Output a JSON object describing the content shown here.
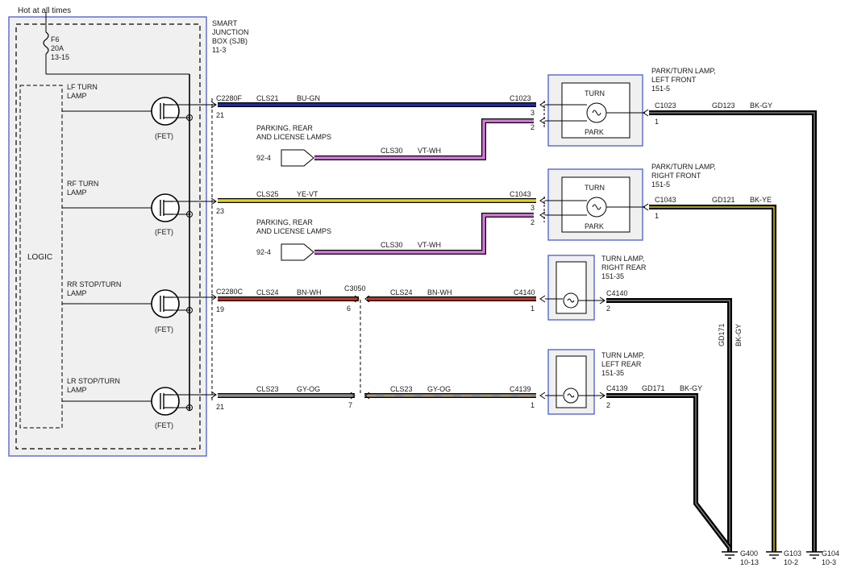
{
  "hot_label": "Hot at all times",
  "fuse": {
    "id": "F6",
    "rating": "20A",
    "ref": "13-15"
  },
  "sjb": {
    "line1": "SMART",
    "line2": "JUNCTION",
    "line3": "BOX (SJB)",
    "ref": "11-3"
  },
  "logic_label": "LOGIC",
  "fet_label": "(FET)",
  "outputs": {
    "lf": {
      "line1": "LF TURN",
      "line2": "LAMP",
      "connector": "C2280F",
      "pin": "21"
    },
    "rf": {
      "line1": "RF TURN",
      "line2": "LAMP",
      "pin": "23"
    },
    "rr": {
      "line1": "RR STOP/TURN",
      "line2": "LAMP",
      "connector": "C2280C",
      "pin": "19"
    },
    "lr": {
      "line1": "LR STOP/TURN",
      "line2": "LAMP",
      "pin": "21"
    }
  },
  "wires": {
    "cls21": {
      "circuit": "CLS21",
      "color": "BU-GN",
      "hex": "#1a2db0"
    },
    "cls25": {
      "circuit": "CLS25",
      "color": "YE-VT",
      "hex": "#e6d21e"
    },
    "cls24": {
      "circuit": "CLS24",
      "color": "BN-WH",
      "hex": "#b83a2c"
    },
    "cls23": {
      "circuit": "CLS23",
      "color": "GY-OG",
      "hex": "#8a8a8a"
    },
    "cls30": {
      "circuit": "CLS30",
      "color": "VT-WH",
      "hex": "#d27ad8"
    },
    "gd123": {
      "circuit": "GD123",
      "color": "BK-GY"
    },
    "gd121": {
      "circuit": "GD121",
      "color": "BK-YE"
    },
    "gd171": {
      "circuit": "GD171",
      "color": "BK-GY"
    }
  },
  "parking_ref": {
    "line1": "PARKING, REAR",
    "line2": "AND LICENSE LAMPS",
    "ref": "92-4"
  },
  "c3050": {
    "id": "C3050",
    "pin_a": "6",
    "pin_b": "7"
  },
  "lamps": {
    "lf": {
      "line1": "PARK/TURN LAMP,",
      "line2": "LEFT FRONT",
      "ref": "151-5",
      "connector": "C1023",
      "pin_turn": "3",
      "pin_park": "2",
      "pin_gnd": "1",
      "turn": "TURN",
      "park": "PARK"
    },
    "rf": {
      "line1": "PARK/TURN LAMP,",
      "line2": "RIGHT FRONT",
      "ref": "151-5",
      "connector": "C1043",
      "pin_turn": "3",
      "pin_park": "2",
      "pin_gnd": "1",
      "turn": "TURN",
      "park": "PARK"
    },
    "rr": {
      "line1": "TURN LAMP,",
      "line2": "RIGHT REAR",
      "ref": "151-35",
      "connector": "C4140",
      "pin_in": "1",
      "pin_gnd": "2"
    },
    "lr": {
      "line1": "TURN LAMP,",
      "line2": "LEFT REAR",
      "ref": "151-35",
      "connector": "C4139",
      "pin_in": "1",
      "pin_gnd": "2"
    }
  },
  "grounds": {
    "g400": {
      "id": "G400",
      "ref": "10-13"
    },
    "g103": {
      "id": "G103",
      "ref": "10-2"
    },
    "g104": {
      "id": "G104",
      "ref": "10-3"
    }
  }
}
